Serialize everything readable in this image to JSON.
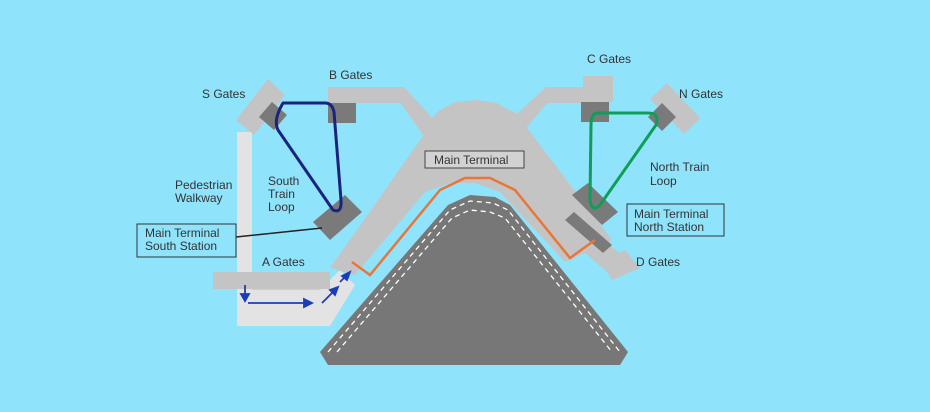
{
  "colors": {
    "background": "#8fe3fb",
    "building": "#c4c4c4",
    "station": "#7a7a7a",
    "road": "#777777",
    "walkway": "#e3e3e3",
    "south_loop": "#1a237e",
    "north_loop": "#0f9d58",
    "rail": "#e8763a",
    "arrow": "#1a3db8",
    "leader": "#222222"
  },
  "labels": {
    "s_gates": "S Gates",
    "b_gates": "B Gates",
    "c_gates": "C Gates",
    "n_gates": "N Gates",
    "a_gates": "A Gates",
    "d_gates": "D Gates",
    "main_terminal": "Main Terminal",
    "pedestrian_walkway": [
      "Pedestrian",
      "Walkway"
    ],
    "south_train_loop": [
      "South",
      "Train",
      "Loop"
    ],
    "north_train_loop": [
      "North Train",
      "Loop"
    ],
    "south_station": [
      "Main Terminal",
      "South Station"
    ],
    "north_station": [
      "Main Terminal",
      "North Station"
    ]
  }
}
